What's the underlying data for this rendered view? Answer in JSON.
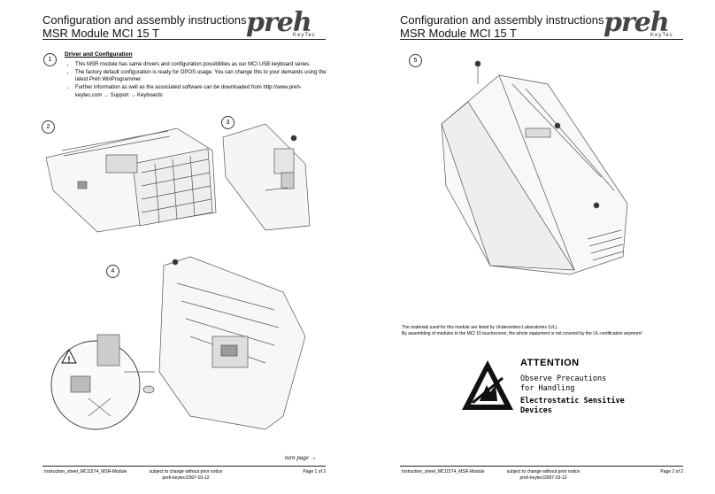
{
  "page1": {
    "title_line1": "Configuration and assembly instructions",
    "title_line2": "MSR Module MCI 15 T",
    "logo_main": "preh",
    "logo_sub": "KeyTec",
    "step1": "1",
    "heading": "Driver and Configuration",
    "bullets": [
      "This MSR module has same drivers and configuration possibilities as our MCI USB keyboard series.",
      "The factory default configuration is ready for OPOS usage. You can change this to your demands using the latest Preh WinProgrammer.",
      "Further information as well as the associated software can be downloaded from http://www.preh-keytec.com → Support → Keyboards"
    ],
    "step2": "2",
    "step3": "3",
    "step4": "4",
    "turn_page": "turn page →",
    "footer": {
      "left": "Instruction_sheet_MCI15T4_MSR-Module",
      "center_line1": "subject to change without prior notice",
      "center_line2": "preh-keytec/2007-03-12",
      "right": "Page 1 of 2"
    }
  },
  "page2": {
    "title_line1": "Configuration and assembly instructions",
    "title_line2": "MSR Module MCI 15 T",
    "logo_main": "preh",
    "logo_sub": "KeyTec",
    "step5": "5",
    "note_line1": "The materials used for this module are listed by Underwriters Laboratories (UL).",
    "note_line2": "By assembling of modules to the MCI 15 touchscreen, the whole equipment is not covered by the UL-certification anymore!",
    "attention_title": "ATTENTION",
    "attention_line1": "Observe Precautions",
    "attention_line2": "for Handling",
    "attention_line3": "Electrostatic Sensitive",
    "attention_line4": "Devices",
    "footer": {
      "left": "Instruction_sheet_MCI15T4_MSR-Module",
      "center_line1": "subject to change without prior notice",
      "center_line2": "preh-keytec/2007-03-12",
      "right": "Page 2 of 2"
    }
  }
}
